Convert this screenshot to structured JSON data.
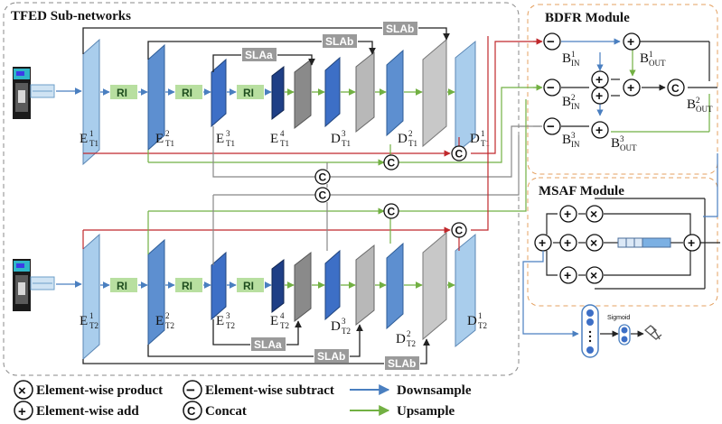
{
  "titles": {
    "tfed": "TFED Sub-networks",
    "bdfr": "BDFR Module",
    "msaf": "MSAF Module"
  },
  "blocks": {
    "ri": "RI",
    "sla_a": "SLAa",
    "sla_b": "SLAb"
  },
  "encoder_t1": [
    {
      "base": "E",
      "sup": "1",
      "sub": "T1"
    },
    {
      "base": "E",
      "sup": "2",
      "sub": "T1"
    },
    {
      "base": "E",
      "sup": "3",
      "sub": "T1"
    },
    {
      "base": "E",
      "sup": "4",
      "sub": "T1"
    }
  ],
  "decoder_t1": [
    {
      "base": "D",
      "sup": "3",
      "sub": "T1"
    },
    {
      "base": "D",
      "sup": "2",
      "sub": "T1"
    },
    {
      "base": "D",
      "sup": "1",
      "sub": "T1"
    }
  ],
  "encoder_t2": [
    {
      "base": "E",
      "sup": "1",
      "sub": "T2"
    },
    {
      "base": "E",
      "sup": "2",
      "sub": "T2"
    },
    {
      "base": "E",
      "sup": "3",
      "sub": "T2"
    },
    {
      "base": "E",
      "sup": "4",
      "sub": "T2"
    }
  ],
  "decoder_t2": [
    {
      "base": "D",
      "sup": "3",
      "sub": "T2"
    },
    {
      "base": "D",
      "sup": "2",
      "sub": "T2"
    },
    {
      "base": "D",
      "sup": "1",
      "sub": "T2"
    }
  ],
  "bdfr": {
    "b_in": [
      {
        "base": "B",
        "sup": "1",
        "sub": "IN"
      },
      {
        "base": "B",
        "sup": "2",
        "sub": "IN"
      },
      {
        "base": "B",
        "sup": "3",
        "sub": "IN"
      }
    ],
    "b_out": [
      {
        "base": "B",
        "sup": "1",
        "sub": "OUT"
      },
      {
        "base": "B",
        "sup": "2",
        "sub": "OUT"
      },
      {
        "base": "B",
        "sup": "3",
        "sub": "OUT"
      }
    ]
  },
  "sigmoid_label": "Sigmoid",
  "legend": {
    "product": "Element-wise product",
    "subtract": "Element-wise subtract",
    "add": "Element-wise add",
    "concat": "Concat",
    "downsample": "Downsample",
    "upsample": "Upsample"
  },
  "symbols": {
    "plus": "+",
    "minus": "−",
    "times": "×",
    "concat": "C"
  },
  "colors": {
    "downsample": "#4a7fc0",
    "upsample": "#72b043",
    "skip_red": "#c0282c",
    "ri_fill": "#b8dfa0",
    "sla_fill": "#9a9a9a",
    "module_border": "#e4a060",
    "frame_border": "#888888"
  }
}
